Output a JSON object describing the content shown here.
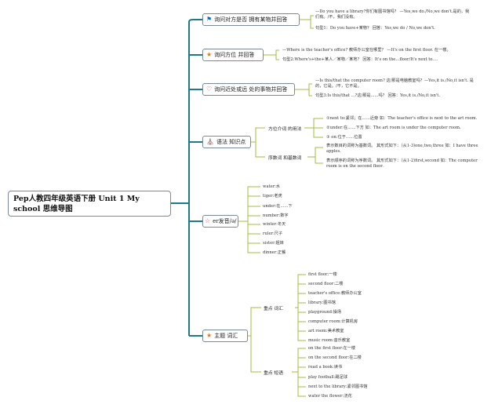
{
  "root": {
    "title": "Pep人教四年级英语下册 Unit 1 My school 思维导图"
  },
  "colors": {
    "branch_line": "#1e7a86",
    "box_border": "#7a8a99",
    "leaf_line": "#9fbf3f"
  },
  "branches": {
    "b1": {
      "icon": "flag-icon",
      "label": "询问对方是否 拥有某物并回答",
      "notes": [
        "—Do you have a library?你们有图书馆吗？ —Yes,we do./No,we don't.是的，我们有。/不，我们没有。",
        "句型1：Do you have+某物？ 回答：Yes,we do / No,we don't."
      ]
    },
    "b2": {
      "icon": "star-icon",
      "label": "询问方位 并回答",
      "notes": [
        "—Where is the teacher's office? 教师办公室在哪里？ —It's on the first floor. 在一楼。",
        "句型2:Where's+the+某人／某物／某地？ 回答：It's on the...floor/It's next to...."
      ]
    },
    "b3": {
      "icon": "heart-icon",
      "label": "询问近处或远 处的事物并回答",
      "notes": [
        "—Is this/that the computer room? 这/那是电脑教室吗？—Yes,it is./No,it isn't. 是的，它是。/不，它不是。",
        "句型3:Is this/that ...?这/那是......吗？ 回答：Yes,it is./No,it isn't."
      ]
    },
    "b4": {
      "icon": "building-icon",
      "label": "语法 知识点",
      "sub1": {
        "label": "方位介词 的用法",
        "items": [
          "①next to:紧邻；在……近旁 如：The teacher's office is next to the art room.",
          "②under:在……下方 如：The art room is under the computer room.",
          "③ on:位于……位置"
        ]
      },
      "sub2": {
        "label": "序数词 和基数词",
        "items": [
          "表示数目的词称为基数词。 其形式如下：（从1-3)one,two,three 如：I have three apples.",
          "表示顺序的词称为序数词。 其形式如下：（从1-2)first,second 如：The computer room is on the second floor."
        ]
      }
    },
    "b5": {
      "icon": "star-outline-icon",
      "label": "er发音/ə/",
      "words": [
        "water:水",
        "tiger:老虎",
        "under:在......下",
        "number:数字",
        "winter:冬天",
        "ruler:尺子",
        "sister:姐妹",
        "dinner:正餐"
      ]
    },
    "b6": {
      "icon": "star-icon",
      "label": "主题 词汇",
      "sub1": {
        "label": "重点 词汇",
        "items": [
          "first floor:一楼",
          "second floor:二楼",
          "teacher's office:教师办公室",
          "library:图书馆",
          "playground:操场",
          "computer room:计算机房",
          "art room:美术教室",
          "music room:音乐教室"
        ]
      },
      "sub2": {
        "label": "重点 短语",
        "items": [
          "on the first floor:在一楼",
          "on the second floor:在二楼",
          "read a book:读书",
          "play football:踢足球",
          "next to the library:紧邻图书馆",
          "water the flower:浇花"
        ]
      }
    }
  }
}
